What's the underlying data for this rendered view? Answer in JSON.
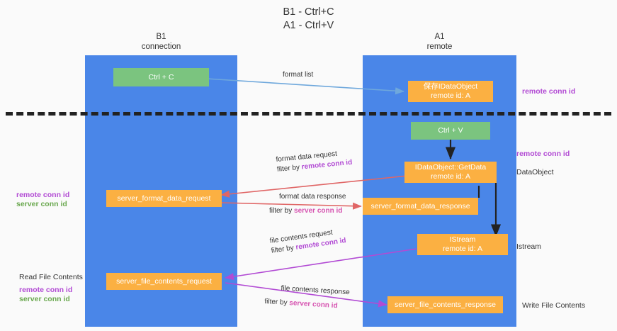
{
  "title": {
    "line1": "B1 - Ctrl+C",
    "line2": "A1 - Ctrl+V"
  },
  "lanes": [
    {
      "id": "b1",
      "name": "B1",
      "role": "connection",
      "color": "#4a86e8"
    },
    {
      "id": "a1",
      "name": "A1",
      "role": "remote",
      "color": "#4a86e8"
    }
  ],
  "colors": {
    "lane": "#4a86e8",
    "green_box": "#7bc47f",
    "orange_box": "#fbb042",
    "remote_conn_id": "#b24bd4",
    "server_conn_id_green": "#6aa84f",
    "server_conn_id_pink": "#d653b0",
    "arrow_blue": "#6fa8dc",
    "arrow_red": "#e06666",
    "arrow_purple": "#b24bd4",
    "arrow_black": "#222222",
    "divider": "#222222"
  },
  "boxes": {
    "ctrl_c": {
      "label": "Ctrl + C"
    },
    "save_idataobject": {
      "line1": "保存IDataObject",
      "line2": "remote id: A"
    },
    "ctrl_v": {
      "label": "Ctrl + V"
    },
    "getdata": {
      "line1": "IDataObject::GetData",
      "line2": "remote id: A"
    },
    "server_format_data_request": {
      "label": "server_format_data_request"
    },
    "server_format_data_response": {
      "label": "server_format_data_response"
    },
    "istream": {
      "line1": "IStream",
      "line2": "remote id: A"
    },
    "server_file_contents_request": {
      "label": "server_file_contents_request"
    },
    "server_file_contents_response": {
      "label": "server_file_contents_response"
    }
  },
  "edge_labels": {
    "format_list": "format list",
    "format_data_request": "format data request",
    "format_data_request_filter_prefix": "filter by ",
    "format_data_request_filter_value": "remote conn id",
    "format_data_response": "format data response",
    "format_data_response_filter_prefix": "filter by ",
    "format_data_response_filter_value": "server conn id",
    "file_contents_request": "file contents request",
    "file_contents_request_filter_prefix": "filter by ",
    "file_contents_request_filter_value": "remote conn id",
    "file_contents_response": "file contents response",
    "file_contents_response_filter_prefix": "filter by ",
    "file_contents_response_filter_value": "server conn id"
  },
  "annotations": {
    "right_remote_conn_id_top": "remote conn id",
    "right_remote_conn_id_mid": "remote conn id",
    "right_dataobject": "DataObject",
    "right_istream": "Istream",
    "right_write_file_contents": "Write File Contents",
    "left_remote_conn_id_mid": "remote conn id",
    "left_server_conn_id_mid": "server conn id",
    "left_read_file_contents": "Read File Contents",
    "left_remote_conn_id_bottom": "remote conn id",
    "left_server_conn_id_bottom": "server conn id"
  }
}
